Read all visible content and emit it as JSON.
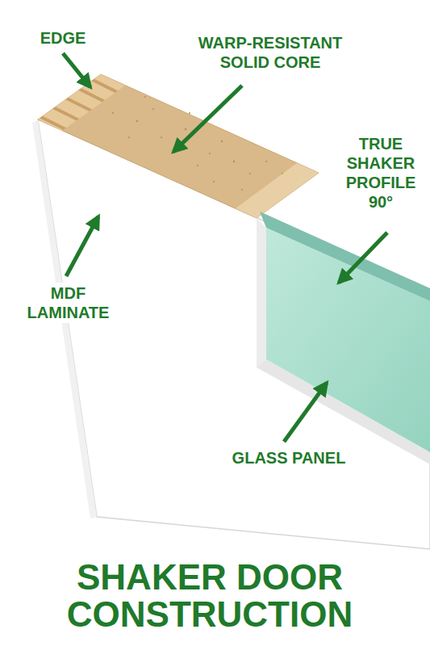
{
  "diagram": {
    "title": "SHAKER DOOR CONSTRUCTION",
    "labels": [
      "EDGE",
      "WARP-RESISTANT SOLID CORE",
      "TRUE SHAKER PROFILE 90°",
      "MDF LAMINATE",
      "GLASS PANEL"
    ]
  }
}
